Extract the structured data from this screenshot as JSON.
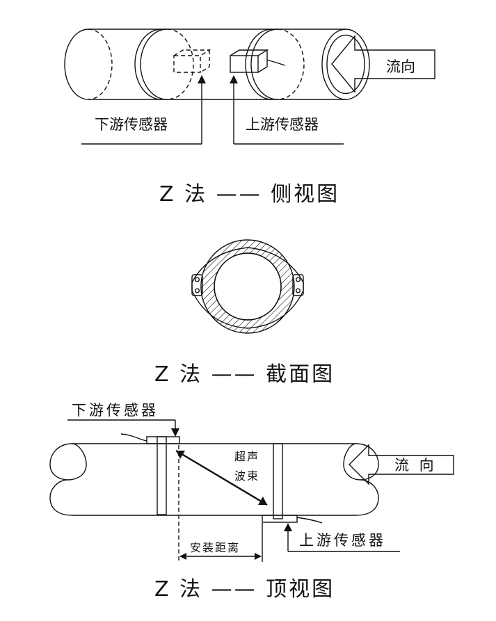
{
  "side_view": {
    "downstream_label": "下游传感器",
    "upstream_label": "上游传感器",
    "flow_label": "流向",
    "caption": "Z 法 —— 侧视图"
  },
  "section_view": {
    "caption": "Z 法 —— 截面图"
  },
  "top_view": {
    "downstream_label": "下游传感器",
    "upstream_label": "上游传感器",
    "flow_label": "流 向",
    "beam_label_line1": "超声",
    "beam_label_line2": "波束",
    "distance_label": "安装距离",
    "caption": "Z 法 —— 顶视图"
  }
}
